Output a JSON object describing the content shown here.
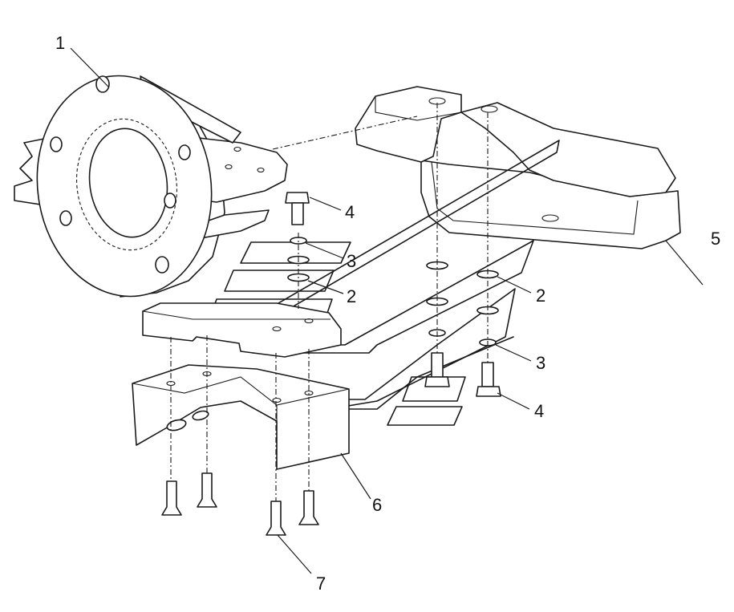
{
  "callouts": {
    "c1": "1",
    "c2a": "2",
    "c2b": "2",
    "c3a": "3",
    "c3b": "3",
    "c4a": "4",
    "c4b": "4",
    "c5": "5",
    "c6": "6",
    "c7": "7"
  }
}
